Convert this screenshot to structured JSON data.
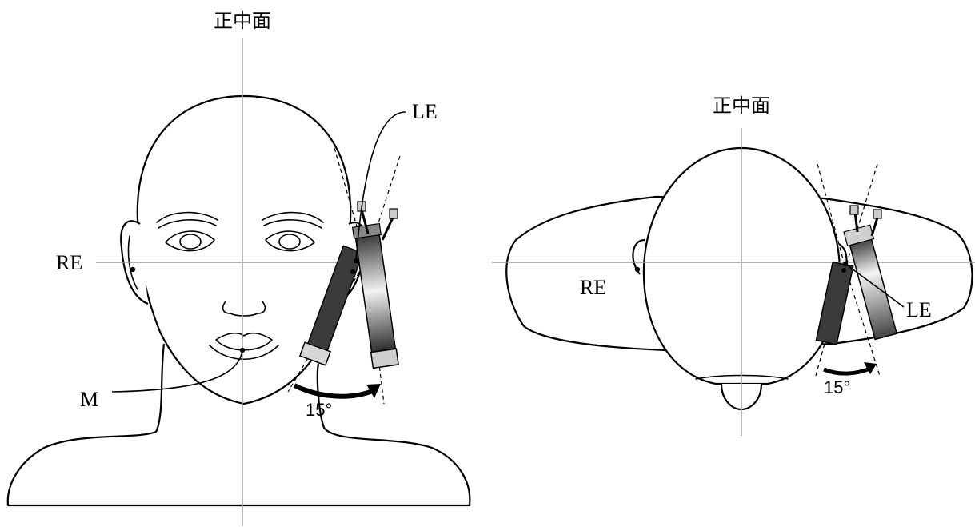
{
  "front_view": {
    "midline_label": "正中面",
    "right_ear_label": "RE",
    "left_ear_label": "LE",
    "mouth_label": "M",
    "angle_label": "15°"
  },
  "top_view": {
    "midline_label": "正中面",
    "right_ear_label": "RE",
    "left_ear_label": "LE",
    "angle_label": "15°"
  },
  "colors": {
    "line": "#000000",
    "axis": "#9a9a9a",
    "device_dark": "#3a3a3a",
    "device_light": "#e6e6e6"
  }
}
